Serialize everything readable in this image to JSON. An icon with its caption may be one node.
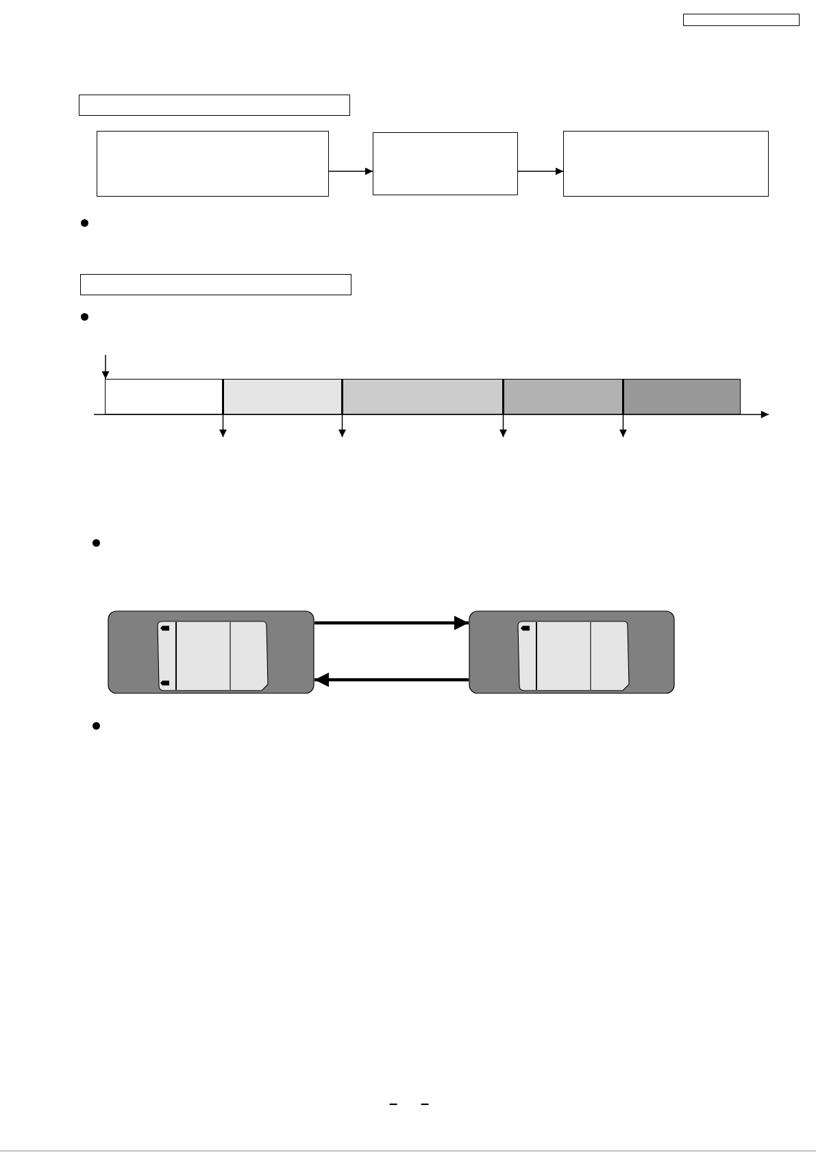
{
  "diagram": {
    "nodes": [
      {
        "text": [],
        "shape": "box"
      },
      {
        "text": [],
        "shape": "box"
      },
      {
        "text": [],
        "shape": "box"
      },
      {
        "text": [],
        "shape": "box"
      },
      {
        "text": [],
        "shape": "box"
      },
      {
        "text": [],
        "shape": "box"
      },
      {
        "text": [],
        "shape": "bar"
      },
      {
        "text": [],
        "shape": "bar"
      },
      {
        "text": [],
        "shape": "bar"
      },
      {
        "text": [],
        "shape": "bar"
      },
      {
        "text": [],
        "shape": "bar"
      },
      {
        "text": [],
        "shape": "picture"
      },
      {
        "text": [],
        "shape": "picture"
      }
    ],
    "edges": [
      {
        "from": 2,
        "to": 3,
        "arrow": "to"
      },
      {
        "from": 3,
        "to": 4,
        "arrow": "to"
      },
      {
        "from": null,
        "to": 6,
        "arrow": "to"
      },
      {
        "from": 6,
        "to": null,
        "arrow": "to"
      },
      {
        "from": 7,
        "to": null,
        "arrow": "to"
      },
      {
        "from": 9,
        "to": null,
        "arrow": "to"
      },
      {
        "from": 10,
        "to": null,
        "arrow": "to"
      },
      {
        "from": 11,
        "to": 12,
        "arrow": "to",
        "style": "thick"
      },
      {
        "from": 12,
        "to": 11,
        "arrow": "to",
        "style": "thick"
      }
    ],
    "labels": [
      "–",
      "–"
    ]
  }
}
